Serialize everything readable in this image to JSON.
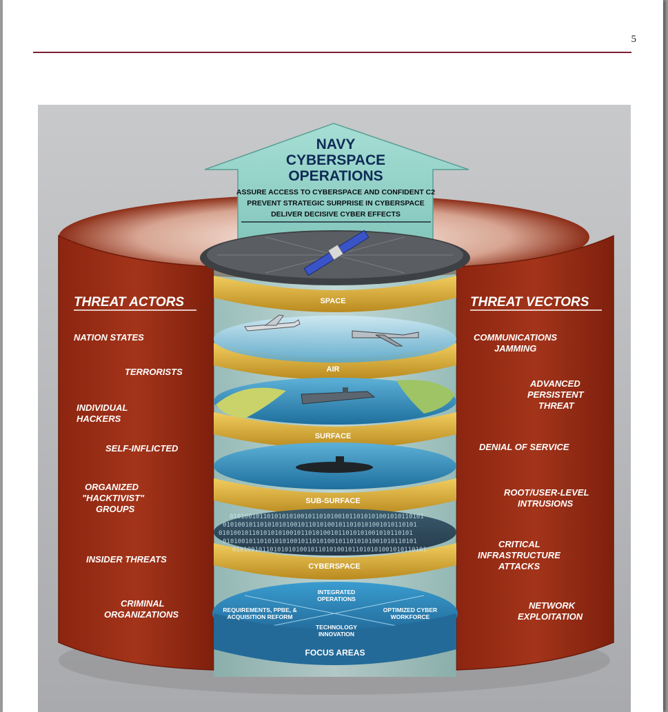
{
  "page": {
    "number": "5"
  },
  "colors": {
    "header_rule": "#7a1e33",
    "pillar_red": "#9a2810",
    "arrow_teal": "#8ecfc6",
    "title_navy": "#0e2a55",
    "band_gold": "#d6a734"
  },
  "figure": {
    "title_lines": [
      "NAVY",
      "CYBERSPACE",
      "OPERATIONS"
    ],
    "goals": [
      "ASSURE ACCESS TO CYBERSPACE AND CONFIDENT C2",
      "PREVENT STRATEGIC SURPRISE IN CYBERSPACE",
      "DELIVER DECISIVE CYBER EFFECTS"
    ],
    "threat_actors": {
      "heading": "THREAT ACTORS",
      "items": [
        "NATION STATES",
        "TERRORISTS",
        "INDIVIDUAL",
        "HACKERS",
        "SELF-INFLICTED",
        "ORGANIZED",
        "\"HACKTIVIST\"",
        "GROUPS",
        "INSIDER THREATS",
        "CRIMINAL",
        "ORGANIZATIONS"
      ]
    },
    "threat_vectors": {
      "heading": "THREAT VECTORS",
      "items": [
        "COMMUNICATIONS",
        "JAMMING",
        "ADVANCED",
        "PERSISTENT",
        "THREAT",
        "DENIAL OF SERVICE",
        "ROOT/USER-LEVEL",
        "INTRUSIONS",
        "CRITICAL",
        "INFRASTRUCTURE",
        "ATTACKS",
        "NETWORK",
        "EXPLOITATION"
      ]
    },
    "domains": [
      "SPACE",
      "AIR",
      "SURFACE",
      "SUB-SURFACE",
      "CYBERSPACE"
    ],
    "focus_areas": {
      "label": "FOCUS AREAS",
      "items": [
        "INTEGRATED",
        "OPERATIONS",
        "REQUIREMENTS, PPBE, &",
        "ACQUISITION REFORM",
        "OPTIMIZED CYBER",
        "WORKFORCE",
        "TECHNOLOGY",
        "INNOVATION"
      ]
    },
    "binary_text": "0101001011010101010010110101001011010101001010110101"
  }
}
